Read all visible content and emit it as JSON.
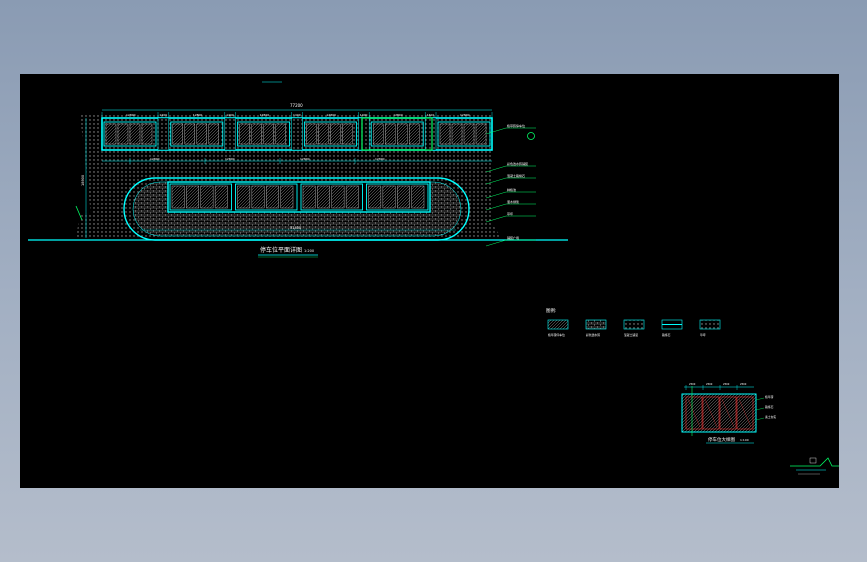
{
  "drawing": {
    "top_caption": "",
    "plan_title": "停车位平面详图",
    "plan_scale": "1:200",
    "overall_dimension": "77200",
    "segment_dims": [
      "12800",
      "1400",
      "12800",
      "1400",
      "12800",
      "1400",
      "12800",
      "1400",
      "12800",
      "1400",
      "12800"
    ],
    "inner_dims": [
      "12800",
      "12800",
      "12800",
      "12800"
    ],
    "bottom_dimension": "51400",
    "left_dimension": "18900",
    "right_callouts": [
      "植草砖停车位",
      "彩色透水砖铺装",
      "混凝土路缘石",
      "种植池",
      "灌木绿篱",
      "草坪",
      "铺装广场"
    ],
    "legend": {
      "title": "图例:",
      "items": [
        {
          "label": "植草砖停车位"
        },
        {
          "label": "彩色透水砖"
        },
        {
          "label": "混凝土铺装"
        },
        {
          "label": "路缘石"
        },
        {
          "label": "草坪"
        }
      ]
    },
    "detail": {
      "title": "停车位大样图",
      "scale": "1:100",
      "dims": [
        "2500",
        "2500",
        "2500",
        "2500"
      ],
      "side_notes": [
        "植草砖",
        "路缘石",
        "素土夯实"
      ]
    },
    "colors": {
      "background": "#000000",
      "primary": "#00ffff",
      "accent": "#00ff66",
      "text": "#ffffff",
      "hatch": "#aaaaaa"
    }
  }
}
